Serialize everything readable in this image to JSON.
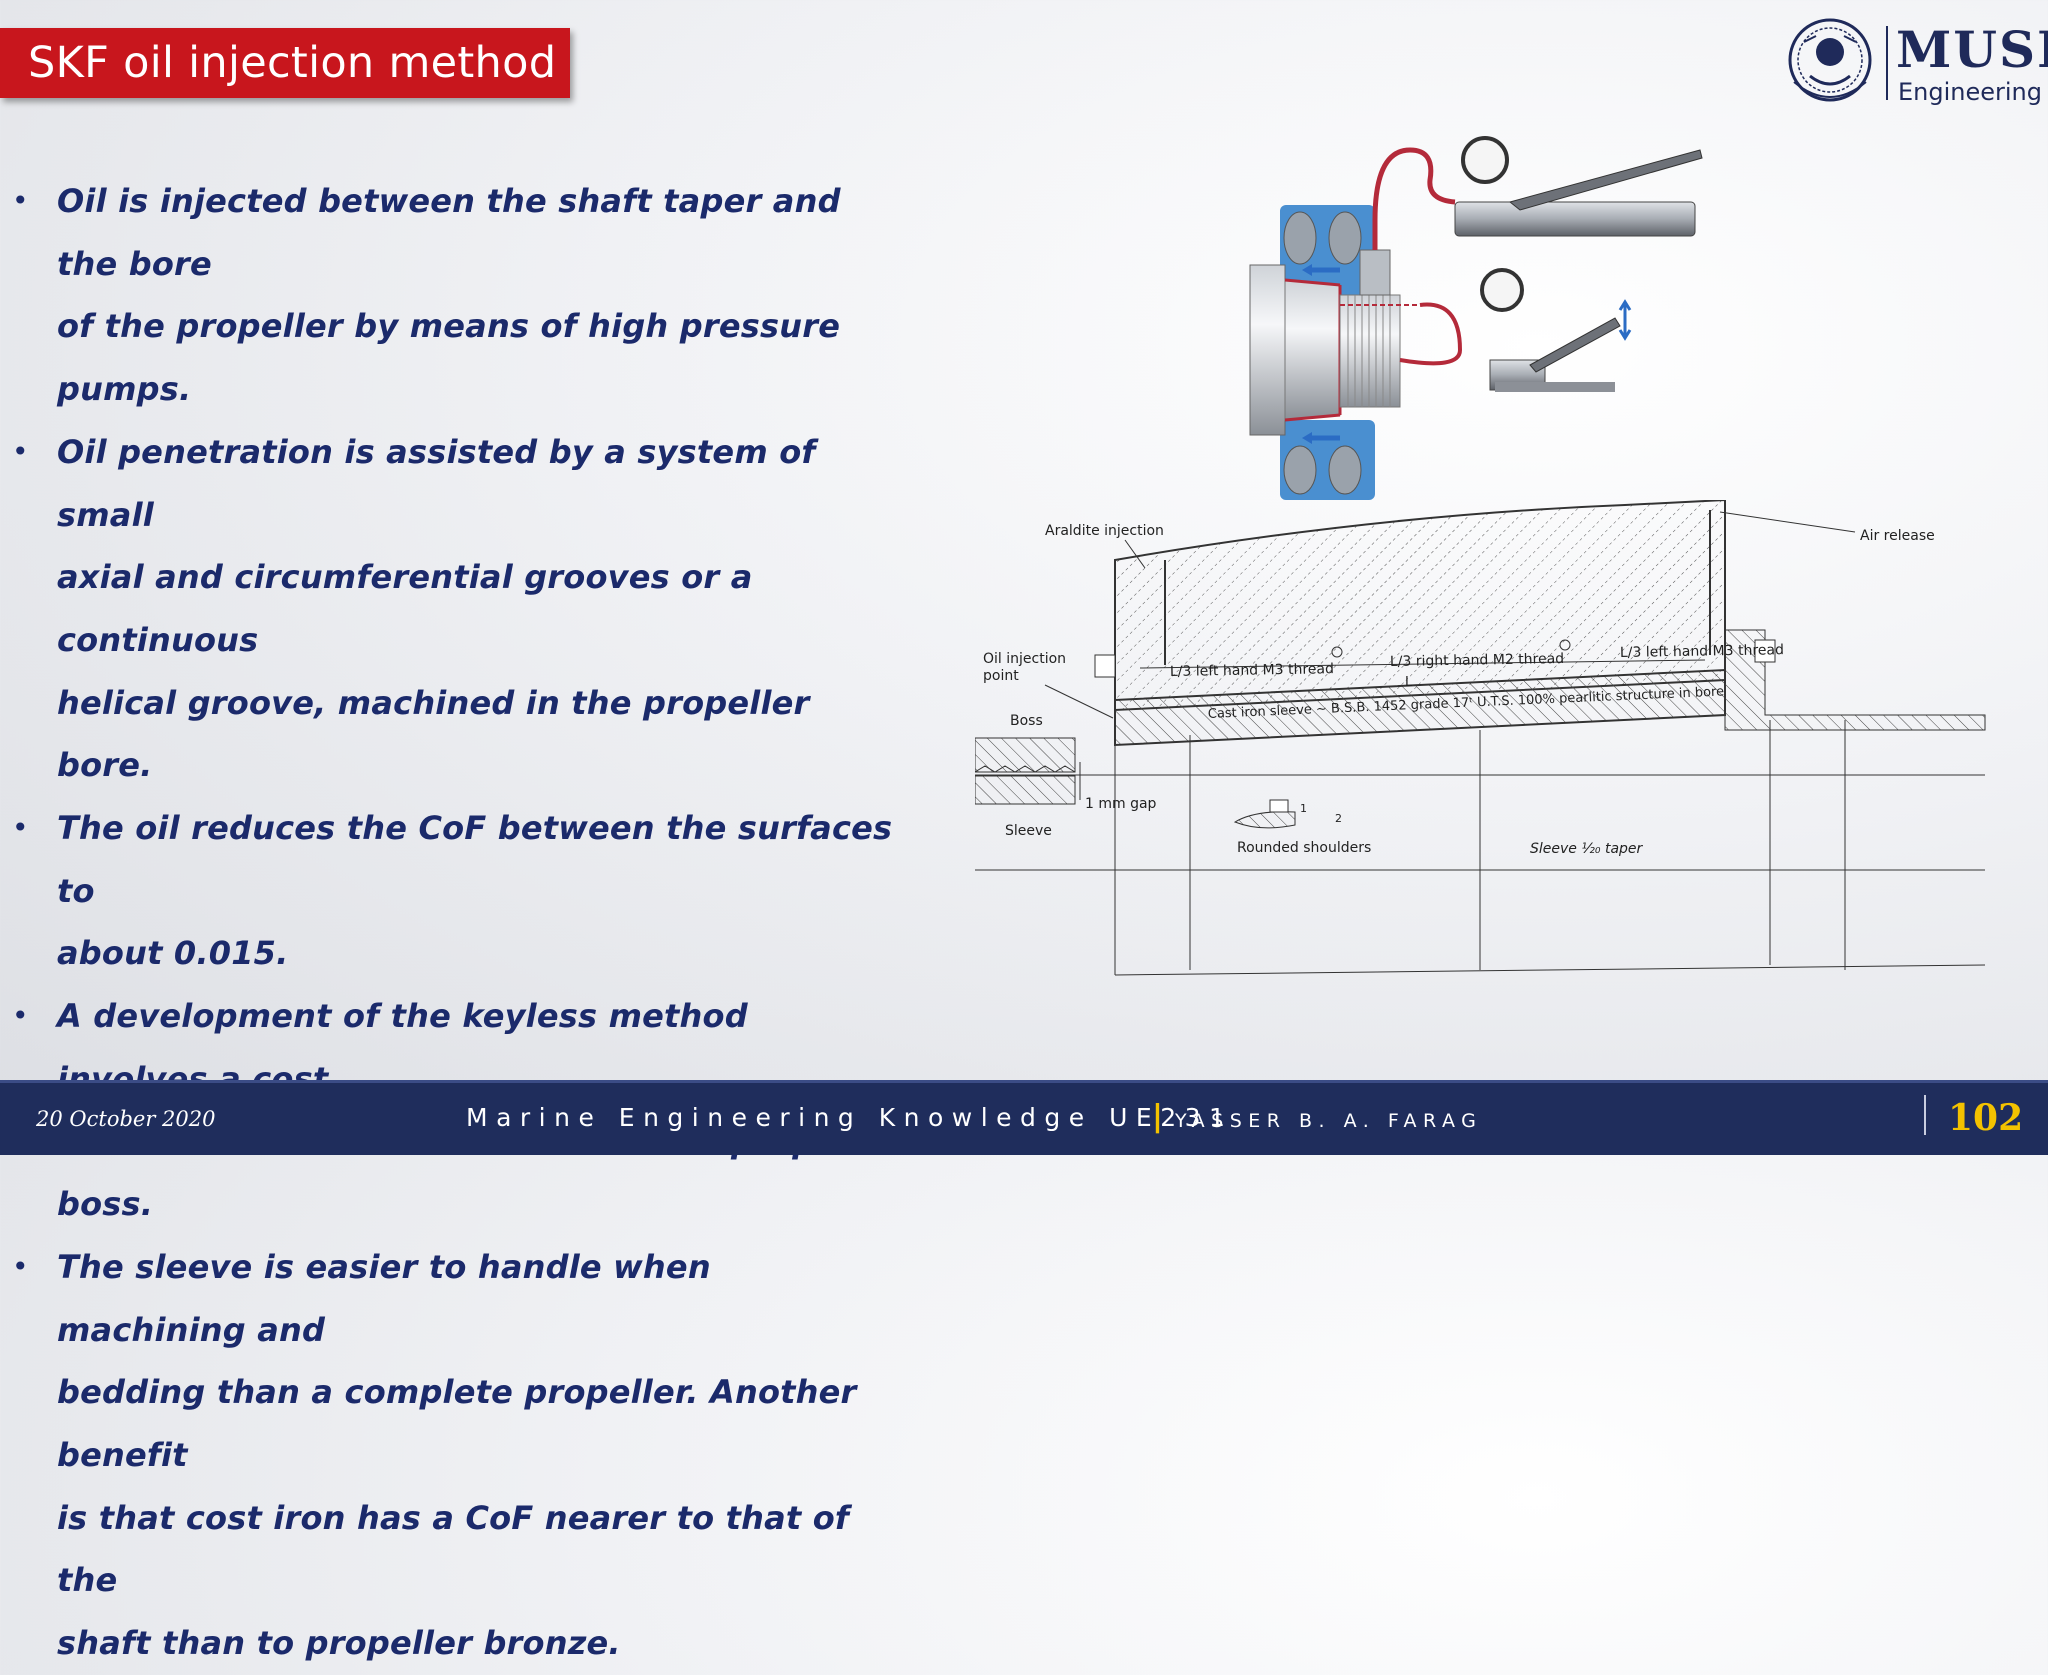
{
  "title": "SKF oil injection method",
  "logo": {
    "name": "MUSI",
    "subtitle": "Engineering"
  },
  "bullets": [
    {
      "lines": [
        "Oil is injected between the shaft taper and the bore",
        "of the propeller by means of high pressure pumps."
      ]
    },
    {
      "lines": [
        "Oil penetration is assisted by a system of small",
        "axial and circumferential grooves or a continuous",
        "helical groove, machined in the propeller bore."
      ]
    },
    {
      "lines": [
        "The oil reduces the CoF between the surfaces to",
        "about 0.015."
      ]
    },
    {
      "lines": [
        "A development of the keyless method involves a cost",
        "iron sleeve which is bonded into the propeller boss."
      ]
    },
    {
      "lines": [
        "The sleeve is easier to handle when machining and",
        "bedding than a complete propeller. Another benefit",
        "is that cost iron has a CoF nearer to that of the",
        "shaft than to propeller bronze."
      ]
    }
  ],
  "diagram_labels": {
    "araldite_injection": "Araldite injection",
    "air_release": "Air release",
    "oil_injection_line1": "Oil injection",
    "oil_injection_line2": "point",
    "boss": "Boss",
    "sleeve": "Sleeve",
    "gap": "1 mm gap",
    "thread_left_m3_a": "L/3 left hand M3 thread",
    "thread_right_m2": "L/3 right hand M2 thread",
    "thread_left_m3_b": "L/3 left hand M3 thread",
    "length": "L",
    "cast_iron": "Cast iron sleeve ~ B.S.B. 1452 grade 17ᵗ U.T.S. 100% pearlitic structure in bore",
    "rounded_shoulders": "Rounded shoulders",
    "sleeve_taper": "Sleeve ¹⁄₂₀ taper",
    "fraction": "1",
    "fraction_den": "2"
  },
  "footer": {
    "date": "20 October 2020",
    "course": "Marine Engineering Knowledge UE231",
    "separator": "|",
    "author": "YASSER B. A. FARAG",
    "page": "102"
  },
  "colors": {
    "title_bg": "#c8161d",
    "text": "#1b2a6b",
    "footer_bg": "#1f2d5c",
    "accent": "#f3c200",
    "bearing_blue": "#4a8fd0",
    "hose_red": "#b42a3a"
  }
}
